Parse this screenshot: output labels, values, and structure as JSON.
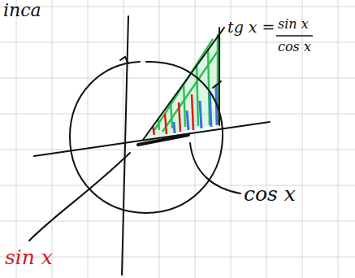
{
  "diagram": {
    "labels": [
      "inca",
      "tg x =",
      "sin x",
      "cos x",
      "cos x",
      "sin x"
    ]
  }
}
